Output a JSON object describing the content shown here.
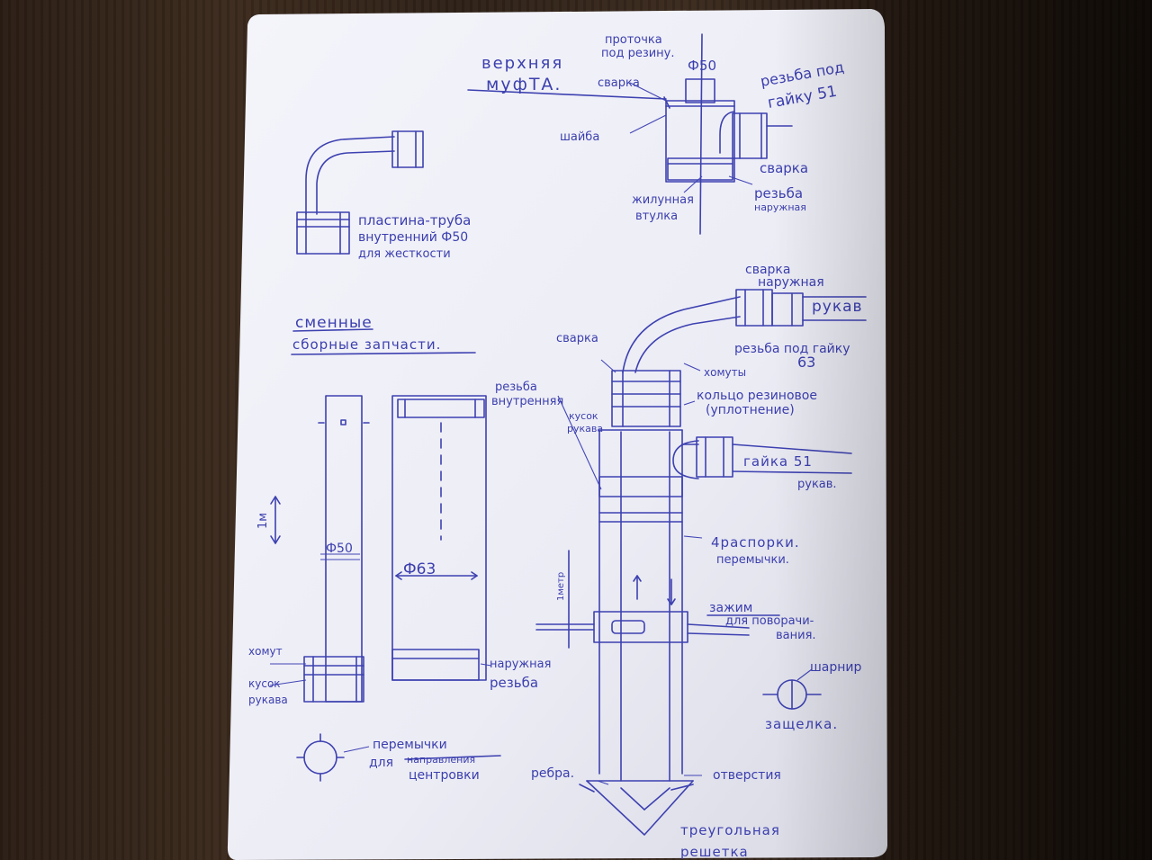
{
  "labels": {
    "upper_coupling_1": "верхняя",
    "upper_coupling_2": "муфТА.",
    "groove_1": "проточка",
    "groove_2": "под резину.",
    "diam50_top": "Ф50",
    "weld_top": "сварка",
    "thread_nut51_1": "резьба под",
    "thread_nut51_2": "гайку 51",
    "washer": "шайба",
    "weld_side": "сварка",
    "inner_sleeve_1": "жилунная",
    "inner_sleeve_2": "втулка",
    "thread_outer_1": "резьба",
    "thread_outer_2": "наружная",
    "plate_pipe_1": "пластина-труба",
    "plate_pipe_2": "внутренний Ф50",
    "plate_pipe_3": "для жесткости",
    "weld_outer_1": "сварка",
    "weld_outer_2": "наружная",
    "hose_top": "рукав",
    "thread_nut63_1": "резьба под гайку",
    "thread_nut63_2": "63",
    "spare_1": "сменные",
    "spare_2": "сборные запчасти.",
    "weld_mid": "сварка",
    "clamps": "хомуты",
    "thread_inner_1": "резьба",
    "thread_inner_2": "внутренняя",
    "hose_piece_1": "кусок",
    "hose_piece_2": "рукава",
    "rubber_ring_1": "кольцо резиновое",
    "rubber_ring_2": "(уплотнение)",
    "nut51": "гайка 51",
    "hose_mid": "рукав.",
    "one_m": "1м",
    "diam50_mid": "Ф50",
    "diam63": "Ф63",
    "four_struts_1": "4распорки.",
    "four_struts_2": "перемычки.",
    "one_meter": "1метр",
    "clamp_turn_1": "зажим",
    "clamp_turn_2": "для поворачи-",
    "clamp_turn_3": "вания.",
    "hinge": "шарнир",
    "latch": "защелка.",
    "clamp_left": "хомут",
    "hose_piece_left_1": "кусок",
    "hose_piece_left_2": "рукава",
    "outer_thread_1": "наружная",
    "outer_thread_2": "резьба",
    "bridges_1": "перемычки",
    "bridges_2": "для",
    "bridges_struck": "направления",
    "bridges_3": "центровки",
    "ribs": "ребра.",
    "holes": "отверстия",
    "grate_1": "треугольная",
    "grate_2": "решетка"
  },
  "colors": {
    "ink": "#3d41b0",
    "paper": "#f1f1f8"
  }
}
